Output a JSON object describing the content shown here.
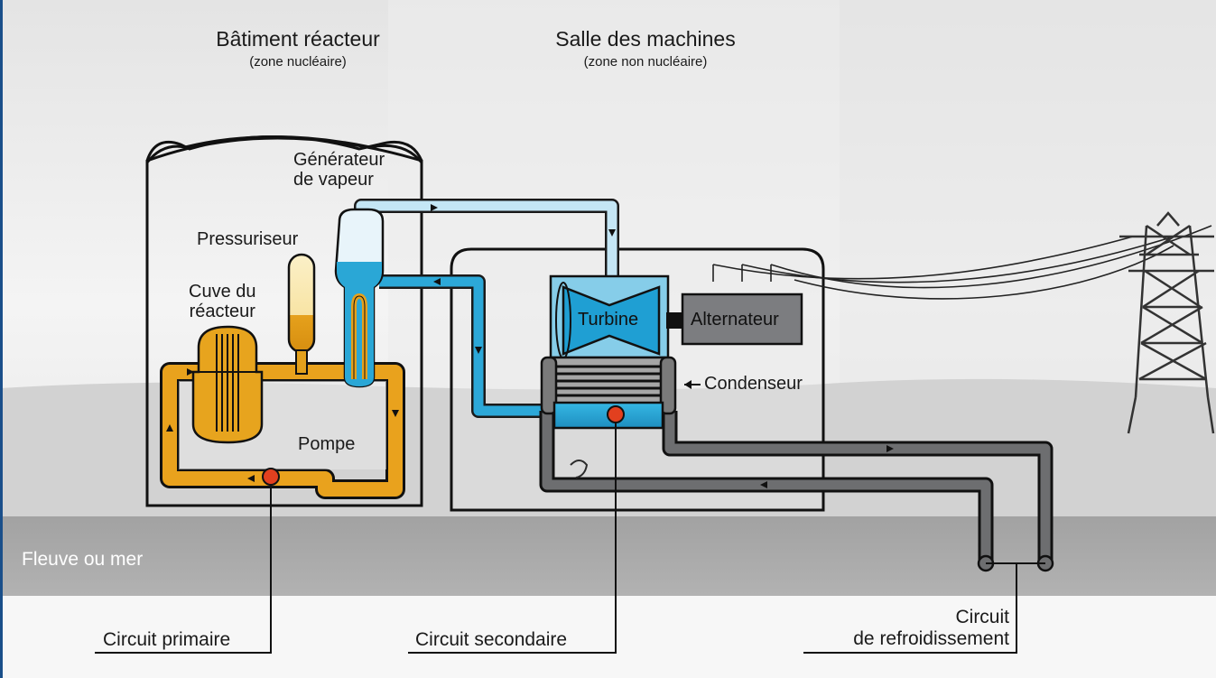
{
  "zones": {
    "reactor_building": {
      "title": "Bâtiment réacteur",
      "subtitle": "(zone nucléaire)"
    },
    "machine_hall": {
      "title": "Salle des machines",
      "subtitle": "(zone non nucléaire)"
    }
  },
  "components": {
    "steam_generator": "Générateur de vapeur",
    "steam_generator_line1": "Générateur",
    "steam_generator_line2": "de vapeur",
    "pressurizer": "Pressuriseur",
    "reactor_vessel_line1": "Cuve du",
    "reactor_vessel_line2": "réacteur",
    "pump": "Pompe",
    "turbine": "Turbine",
    "alternator": "Alternateur",
    "condenser": "Condenseur"
  },
  "environment": {
    "river_sea": "Fleuve ou mer"
  },
  "circuits": {
    "primary": "Circuit primaire",
    "secondary": "Circuit secondaire",
    "cooling_line1": "Circuit",
    "cooling_line2": "de refroidissement"
  },
  "colors": {
    "primary_circuit": "#e8a21c",
    "secondary_circuit": "#2aa7d6",
    "steam": "#bfe3f3",
    "cooling_circuit": "#6d6e70",
    "pump_marker": "#e2401f",
    "water_band": "#a4a4a4"
  }
}
